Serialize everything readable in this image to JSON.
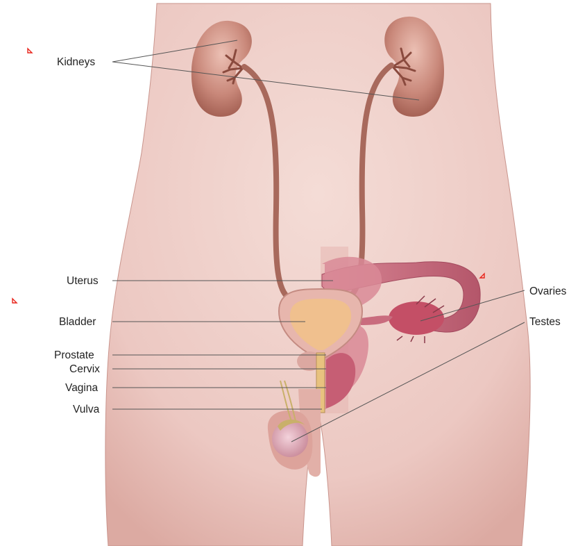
{
  "labels": {
    "kidneys": "Kidneys",
    "uterus": "Uterus",
    "bladder": "Bladder",
    "prostate": "Prostate",
    "cervix": "Cervix",
    "vagina": "Vagina",
    "vulva": "Vulva",
    "ovaries": "Ovaries",
    "testes": "Testes"
  },
  "colors": {
    "skin": "#ecc8c2",
    "skin_shadow": "#d9aaa3",
    "kidney": "#b66b5e",
    "ureter": "#a8695c",
    "bladder_fill": "#f0c08e",
    "organ": "#c96c7e",
    "leader_line": "#555555",
    "marker": "#e8231a"
  }
}
